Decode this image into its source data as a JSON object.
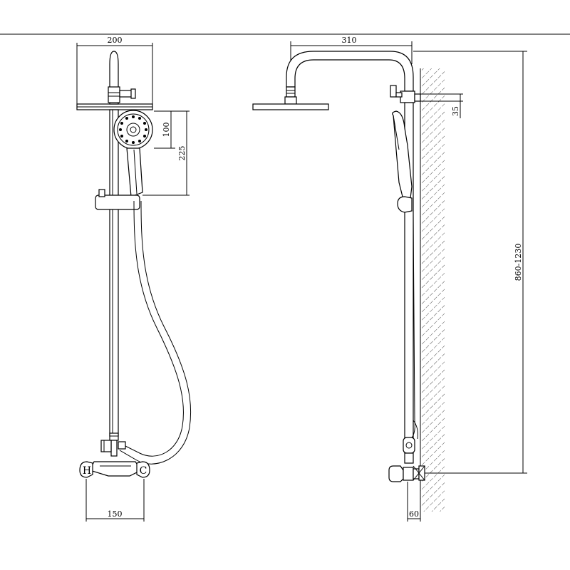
{
  "front_view": {
    "dimensions": {
      "head_width": "200",
      "handset_head": "100",
      "handset_length": "225",
      "mixer_width": "150"
    },
    "valve_labels": {
      "hot": "H",
      "cold": "C"
    }
  },
  "side_view": {
    "dimensions": {
      "arm_reach": "310",
      "wall_offset": "35",
      "height_range": "860-1230",
      "mixer_depth": "60"
    }
  }
}
